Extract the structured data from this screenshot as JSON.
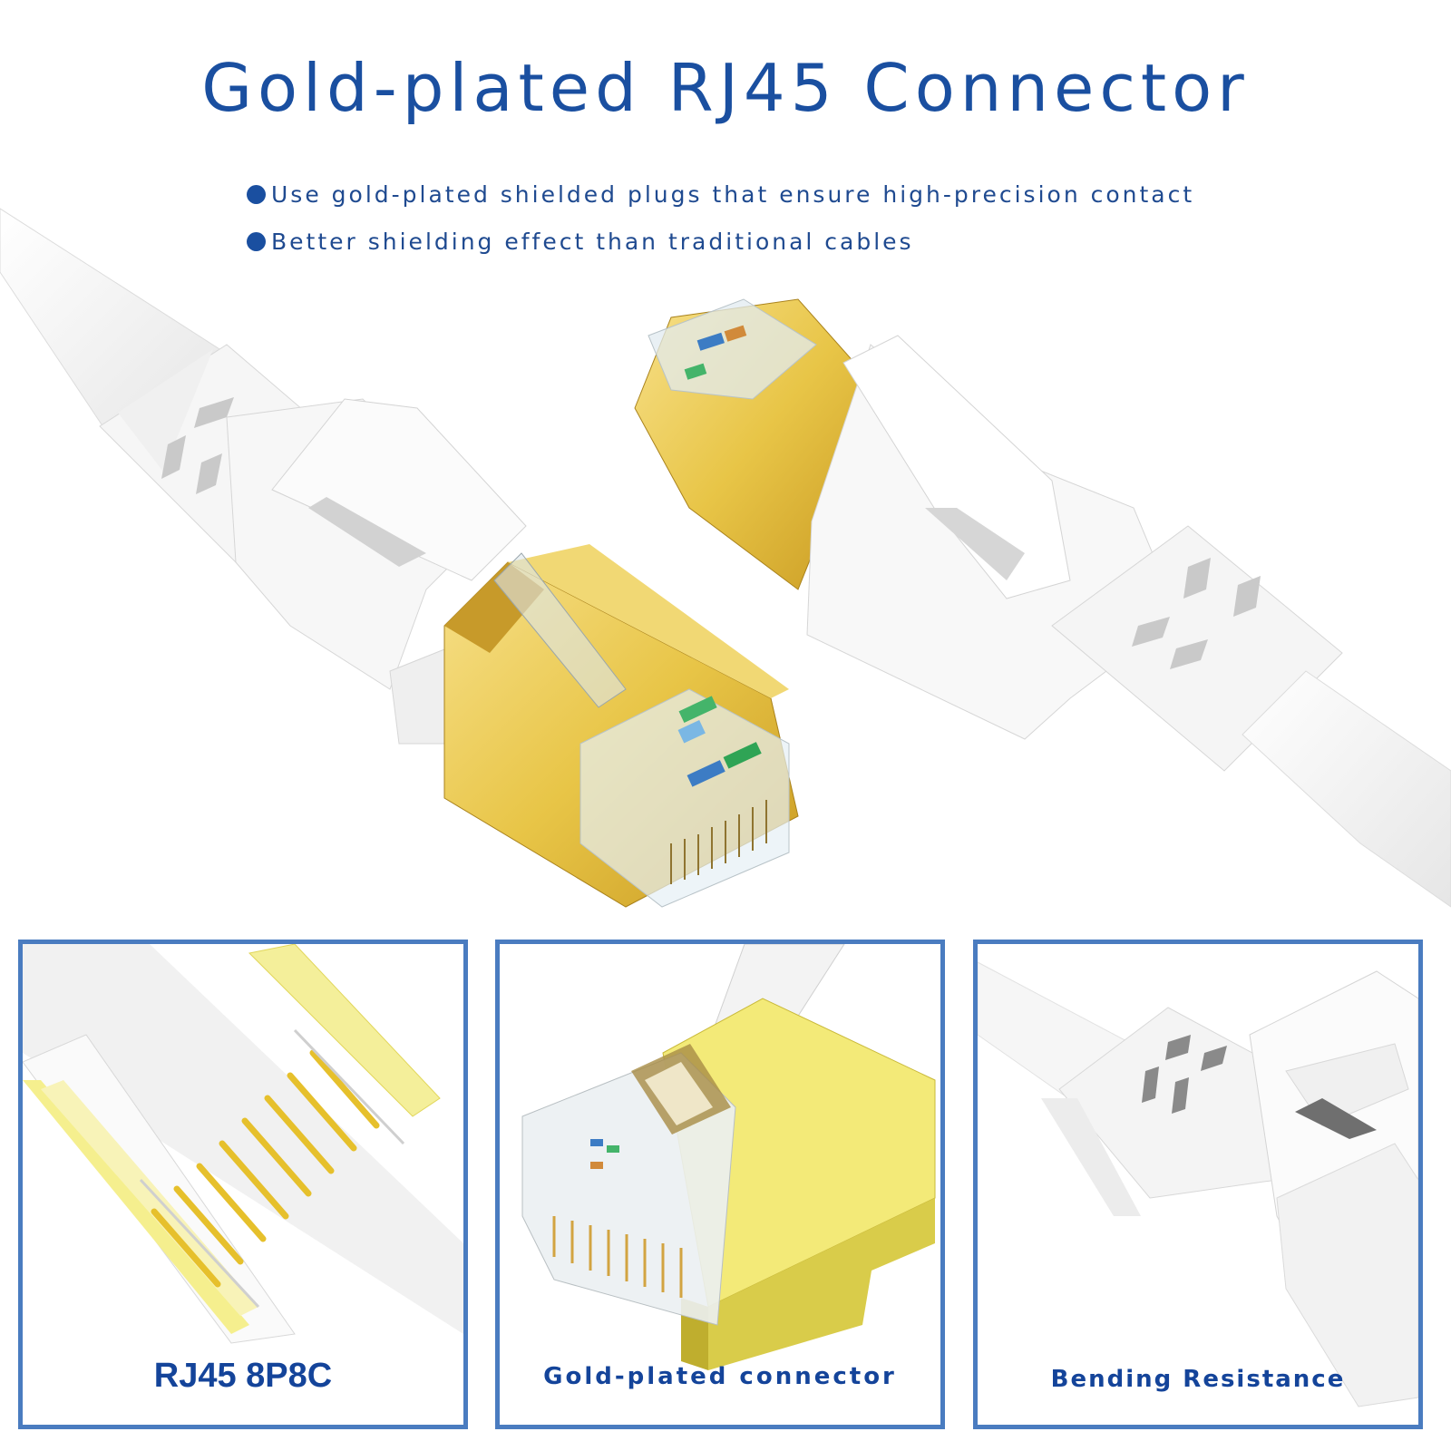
{
  "header": {
    "title": "Gold-plated RJ45 Connector",
    "bullets": [
      "Use gold-plated shielded plugs that ensure high-precision contact",
      "Better shielding effect than traditional cables"
    ]
  },
  "hero": {
    "description": "Two white flat ethernet cable ends with gold-plated shielded RJ45 plugs",
    "icons": [
      "cable-left-icon",
      "cable-right-icon"
    ]
  },
  "panels": [
    {
      "label": "RJ45 8P8C",
      "icon": "connector-pins-closeup-icon"
    },
    {
      "label": "Gold-plated connector",
      "icon": "gold-plug-closeup-icon"
    },
    {
      "label": "Bending Resistance",
      "icon": "cable-boot-closeup-icon"
    }
  ],
  "colors": {
    "title": "#1a4fa0",
    "panel_border": "#4a7cc0",
    "gold": "#e8c547",
    "gold_dark": "#b88c1e",
    "cable_white": "#f4f4f4"
  }
}
